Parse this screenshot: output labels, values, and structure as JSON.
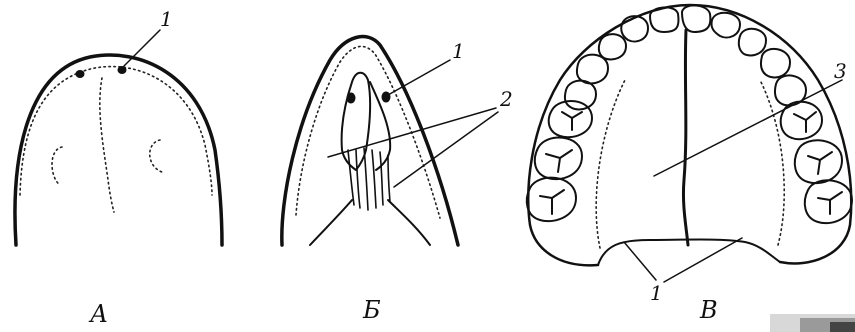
{
  "figures": {
    "a": {
      "caption": "А",
      "labels": [
        "1"
      ]
    },
    "b": {
      "caption": "Б",
      "labels": [
        "1",
        "2"
      ]
    },
    "c": {
      "caption": "В",
      "labels": [
        "1",
        "3"
      ]
    }
  },
  "colors": {
    "ink": "#111111",
    "paper": "#ffffff"
  }
}
